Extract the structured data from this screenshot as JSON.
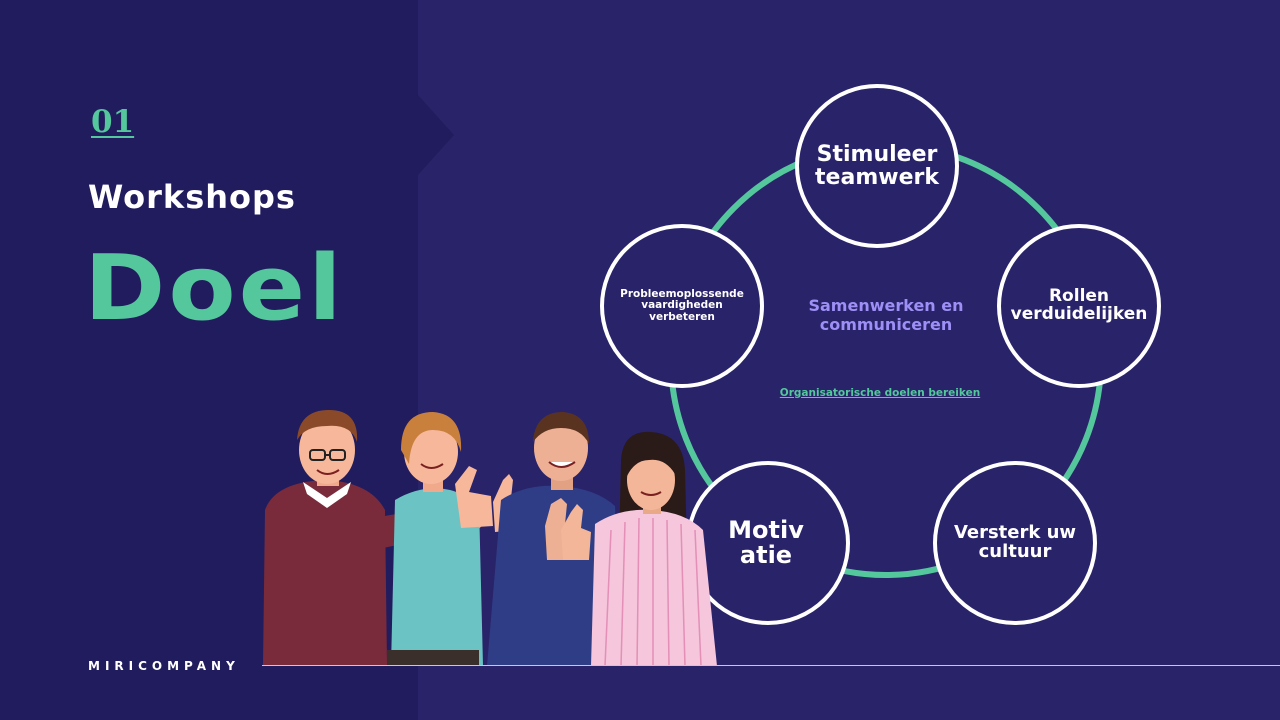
{
  "header": {
    "section_number": "01",
    "subtitle": "Workshops",
    "title": "Doel"
  },
  "footer": {
    "brand": "MIRICOMPANY"
  },
  "diagram": {
    "center_title": "Samenwerken en communiceren",
    "center_subtitle": "Organisatorische doelen bereiken",
    "nodes": [
      {
        "label": "Stimuleer teamwerk"
      },
      {
        "label": "Rollen verduidelijken"
      },
      {
        "label": "Versterk uw cultuur"
      },
      {
        "label": "Motiv atie"
      },
      {
        "label": "Probleemoplossende vaardigheden verbeteren"
      }
    ]
  },
  "colors": {
    "background": "#29236a",
    "panel": "#211c5e",
    "accent": "#54c79c",
    "center_text": "#9d8ff5"
  }
}
